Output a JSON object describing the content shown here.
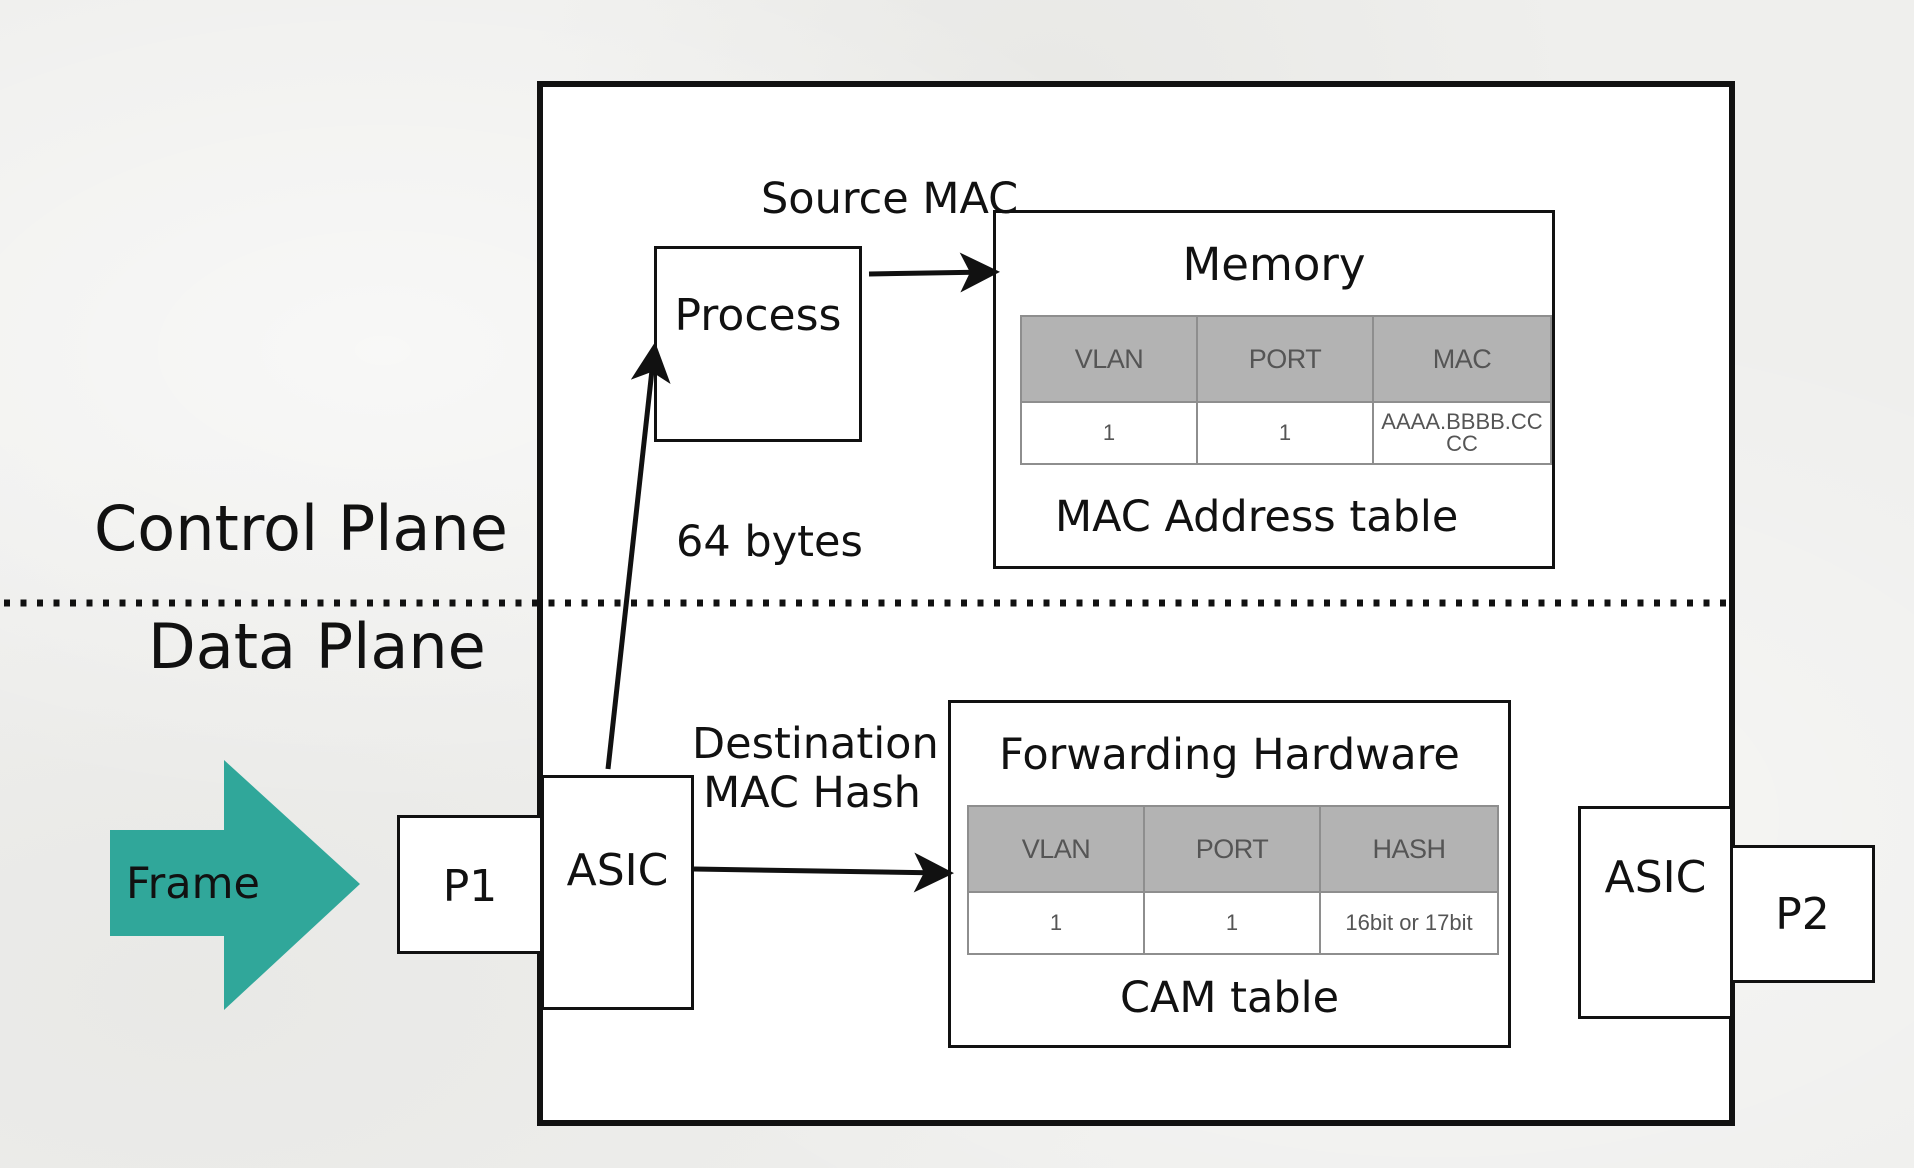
{
  "labels": {
    "control_plane": "Control Plane",
    "data_plane": "Data Plane",
    "frame": "Frame",
    "p1": "P1",
    "p2": "P2",
    "asic_left": "ASIC",
    "asic_right": "ASIC",
    "process": "Process",
    "source_mac": "Source MAC",
    "bytes": "64 bytes",
    "destination_line1": "Destination",
    "destination_line2": "MAC Hash",
    "memory": "Memory",
    "mac_table_caption": "MAC Address table",
    "forwarding": "Forwarding Hardware",
    "cam_table_caption": "CAM table"
  },
  "mac_table": {
    "headers": [
      "VLAN",
      "PORT",
      "MAC"
    ],
    "rows": [
      [
        "1",
        "1",
        "AAAA.BBBB.CCCC"
      ]
    ]
  },
  "cam_table": {
    "headers": [
      "VLAN",
      "PORT",
      "HASH"
    ],
    "rows": [
      [
        "1",
        "1",
        "16bit or 17bit"
      ]
    ]
  },
  "colors": {
    "frame_arrow": "#30a79a",
    "table_header": "#b3b3b3",
    "table_border": "#8e8e8e",
    "table_text": "#555555",
    "line": "#111111"
  },
  "icons": {
    "frame": "right-arrow-shape",
    "flow_arrows": "arrow-head"
  }
}
